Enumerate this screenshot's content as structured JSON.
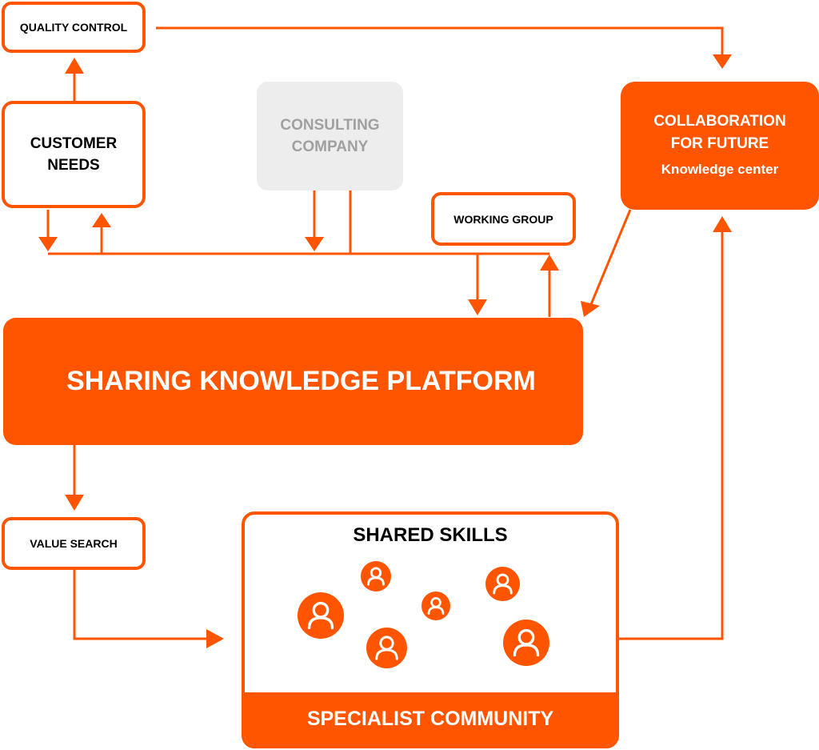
{
  "nodes": {
    "quality_control": "QUALITY CONTROL",
    "customer_needs": [
      "CUSTOMER",
      "NEEDS"
    ],
    "consulting_company": [
      "CONSULTING",
      "COMPANY"
    ],
    "collaboration": [
      "COLLABORATION",
      "FOR FUTURE",
      "Knowledge center"
    ],
    "working_group": "WORKING GROUP",
    "platform": "SHARING KNOWLEDGE PLATFORM",
    "value_search": "VALUE SEARCH",
    "shared_skills": "SHARED SKILLS",
    "specialist_community": "SPECIALIST COMMUNITY"
  },
  "colors": {
    "accent": "#FF5500",
    "gray_box": "#EDEDED",
    "gray_text": "#A0A0A0"
  },
  "icons": {
    "people": "user-avatar-icon"
  }
}
